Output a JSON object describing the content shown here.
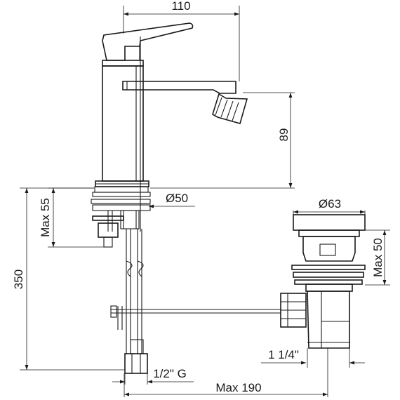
{
  "dimensions": {
    "top_width": "110",
    "spout_height": "89",
    "base_diameter": "Ø50",
    "max_deck": "Max 55",
    "total_height": "350",
    "drain_diameter": "Ø63",
    "drain_max": "Max 50",
    "drain_thread": "1 1/4\"",
    "hose_thread": "1/2\" G",
    "max_width": "Max 190"
  }
}
